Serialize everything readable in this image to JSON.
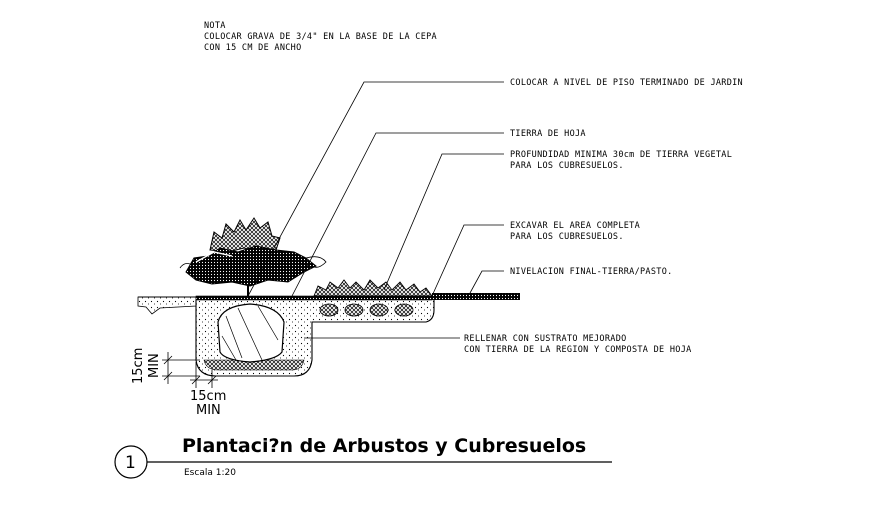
{
  "note": {
    "heading": "NOTA",
    "line1": "COLOCAR GRAVA DE 3/4\" EN LA BASE DE LA CEPA",
    "line2": "CON 15 CM DE ANCHO"
  },
  "callouts": {
    "nivel_piso": "COLOCAR A NIVEL DE PISO TERMINADO DE JARDIN",
    "tierra_hoja": "TIERRA DE HOJA",
    "profundidad_1": "PROFUNDIDAD MINIMA 30cm DE TIERRA VEGETAL",
    "profundidad_2": "PARA  LOS CUBRESUELOS.",
    "excavar_1": "EXCAVAR EL AREA COMPLETA",
    "excavar_2": "PARA LOS CUBRESUELOS.",
    "nivelacion": "NIVELACION FINAL-TIERRA/PASTO.",
    "rellenar_1": "RELLENAR CON  SUSTRATO MEJORADO",
    "rellenar_2": "CON TIERRA DE LA REGION Y COMPOSTA DE HOJA"
  },
  "dimensions": {
    "vertical_value": "15cm",
    "vertical_min": "MIN",
    "horizontal_value": "15cm",
    "horizontal_min": "MIN"
  },
  "title_block": {
    "number": "1",
    "title": "Plantaci?n de Arbustos y Cubresuelos",
    "scale": "Escala 1:20"
  }
}
